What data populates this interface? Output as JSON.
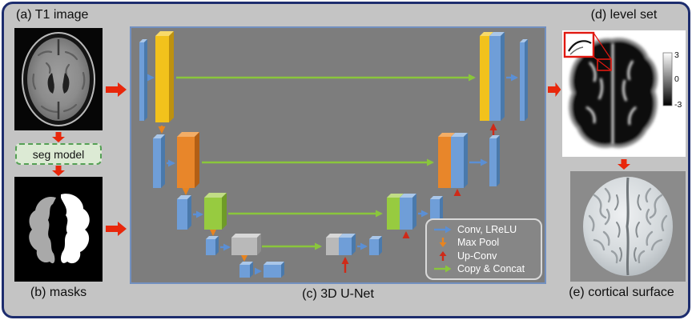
{
  "labels": {
    "t1": "(a) T1 image",
    "masks": "(b) masks",
    "unet": "(c) 3D U-Net",
    "levelset": "(d) level set",
    "surface": "(e) cortical surface"
  },
  "seg_model": {
    "label": "seg model"
  },
  "legend": {
    "items": [
      {
        "name": "conv",
        "label": "Conv, LReLU",
        "color": "#5b8fd4",
        "direction": "right"
      },
      {
        "name": "maxpool",
        "label": "Max Pool",
        "color": "#e8841f",
        "direction": "down"
      },
      {
        "name": "upconv",
        "label": "Up-Conv",
        "color": "#cf2a18",
        "direction": "up"
      },
      {
        "name": "copyconcat",
        "label": "Copy & Concat",
        "color": "#8ac63c",
        "direction": "right"
      }
    ]
  },
  "colorbar": {
    "ticks": [
      "3",
      "0",
      "-3"
    ]
  },
  "colors": {
    "figure_background": "#c4c4c4",
    "frame_border": "#1d2d6e",
    "panel_background": "#7d7d7d",
    "panel_border": "#7290c0",
    "flow_arrow": "#e8270b",
    "block_blue": "#6f9ed8",
    "block_yellow": "#f2c21c",
    "block_orange": "#e8862a",
    "block_green": "#97cb40",
    "block_gray": "#b9b9b9",
    "seg_model_background": "#dcead4",
    "seg_model_border": "#55a055"
  }
}
